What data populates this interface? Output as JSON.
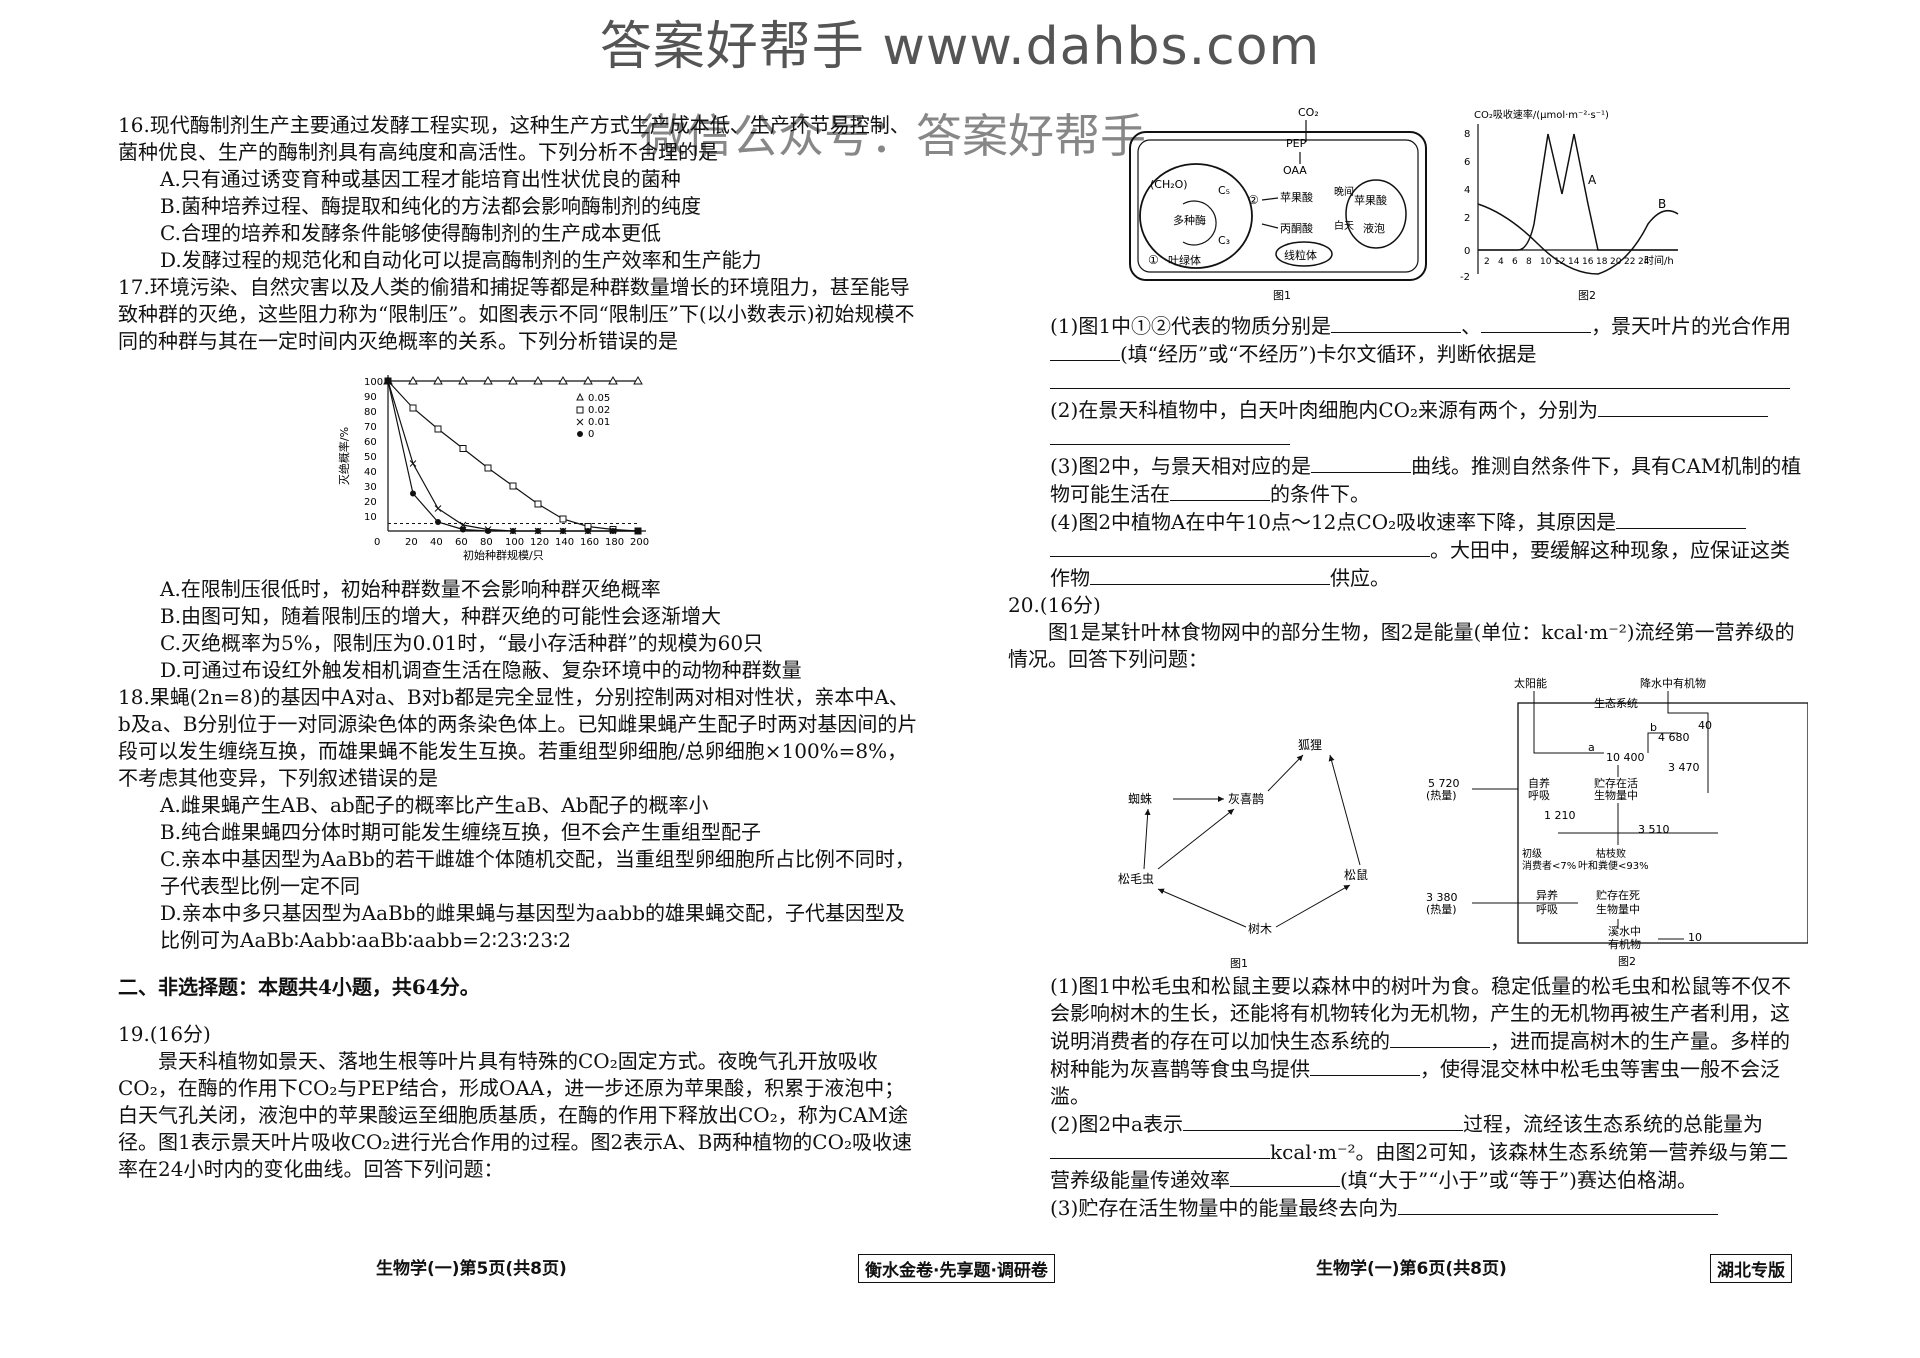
{
  "watermark": {
    "top": "答案好帮手  www.dahbs.com",
    "middle": "微信公众号：答案好帮手"
  },
  "q16": {
    "stem": "16.现代酶制剂生产主要通过发酵工程实现，这种生产方式生产成本低、生产环节易控制、菌种优良、生产的酶制剂具有高纯度和高活性。下列分析不合理的是",
    "A": "A.只有通过诱变育种或基因工程才能培育出性状优良的菌种",
    "B": "B.菌种培养过程、酶提取和纯化的方法都会影响酶制剂的纯度",
    "C": "C.合理的培养和发酵条件能够使得酶制剂的生产成本更低",
    "D": "D.发酵过程的规范化和自动化可以提高酶制剂的生产效率和生产能力"
  },
  "q17": {
    "stem": "17.环境污染、自然灾害以及人类的偷猎和捕捉等都是种群数量增长的环境阻力，甚至能导致种群的灭绝，这些阻力称为“限制压”。如图表示不同“限制压”下(以小数表示)初始规模不同的种群与其在一定时间内灭绝概率的关系。下列分析错误的是",
    "A": "A.在限制压很低时，初始种群数量不会影响种群灭绝概率",
    "B": "B.由图可知，随着限制压的增大，种群灭绝的可能性会逐渐增大",
    "C": "C.灭绝概率为5%，限制压为0.01时，“最小存活种群”的规模为60只",
    "D": "D.可通过布设红外触发相机调查生活在隐蔽、复杂环境中的动物种群数量"
  },
  "q18": {
    "stem": "18.果蝇(2n=8)的基因中A对a、B对b都是完全显性，分别控制两对相对性状，亲本中A、b及a、B分别位于一对同源染色体的两条染色体上。已知雌果蝇产生配子时两对基因间的片段可以发生缠绕互换，而雄果蝇不能发生互换。若重组型卵细胞/总卵细胞×100%=8%，不考虑其他变异，下列叙述错误的是",
    "A": "A.雌果蝇产生AB、ab配子的概率比产生aB、Ab配子的概率小",
    "B": "B.纯合雌果蝇四分体时期可能发生缠绕互换，但不会产生重组型配子",
    "C": "C.亲本中基因型为AaBb的若干雌雄个体随机交配，当重组型卵细胞所占比例不同时，子代表型比例一定不同",
    "D": "D.亲本中多只基因型为AaBb的雌果蝇与基因型为aabb的雄果蝇交配，子代基因型及比例可为AaBb∶Aabb∶aaBb∶aabb=2∶23∶23∶2"
  },
  "sec2": "二、非选择题：本题共4小题，共64分。",
  "q19": {
    "head": "19.(16分)",
    "stem": "景天科植物如景天、落地生根等叶片具有特殊的CO₂固定方式。夜晚气孔开放吸收CO₂，在酶的作用下CO₂与PEP结合，形成OAA，进一步还原为苹果酸，积累于液泡中；白天气孔关闭，液泡中的苹果酸运至细胞质基质，在酶的作用下释放出CO₂，称为CAM途径。图1表示景天叶片吸收CO₂进行光合作用的过程。图2表示A、B两种植物的CO₂吸收速率在24小时内的变化曲线。回答下列问题：",
    "s1a": "(1)图1中①②代表的物质分别是",
    "s1b": "、",
    "s1c": "，景天叶片的光合作用",
    "s1d": "(填“经历”或“不经历”)卡尔文循环，判断依据是",
    "s2a": "(2)在景天科植物中，白天叶肉细胞内CO₂来源有两个，分别为",
    "s3a": "(3)图2中，与景天相对应的是",
    "s3b": "曲线。推测自然条件下，具有CAM机制的植物可能生活在",
    "s3c": "的条件下。",
    "s4a": "(4)图2中植物A在中午10点～12点CO₂吸收速率下降，其原因是",
    "s4b": "。大田中，要缓解这种现象，应保证这类作物",
    "s4c": "供应。"
  },
  "q20": {
    "head": "20.(16分)",
    "stem": "图1是某针叶林食物网中的部分生物，图2是能量(单位：kcal·m⁻²)流经第一营养级的情况。回答下列问题：",
    "s1": "(1)图1中松毛虫和松鼠主要以森林中的树叶为食。稳定低量的松毛虫和松鼠等不仅不会影响树木的生长，还能将有机物转化为无机物，产生的无机物再被生产者利用，这说明消费者的存在可以加快生态系统的",
    "s1b": "，进而提高树木的生产量。多样的树种能为灰喜鹊等食虫鸟提供",
    "s1c": "，使得混交林中松毛虫等害虫一般不会泛滥。",
    "s2a": "(2)图2中a表示",
    "s2b": "过程，流经该生态系统的总能量为",
    "s2c": "kcal·m⁻²。由图2可知，该森林生态系统第一营养级与第二营养级能量传递效率",
    "s2d": "(填“大于”“小于”或“等于”)赛达伯格湖。",
    "s3": "(3)贮存在活生物量中的能量最终去向为"
  },
  "chart_data": {
    "type": "line",
    "xlabel": "初始种群规模/只",
    "ylabel": "灭绝概率/%",
    "x": [
      0,
      20,
      40,
      60,
      80,
      100,
      120,
      140,
      160,
      180,
      200
    ],
    "xticks": [
      20,
      40,
      60,
      80,
      100,
      120,
      140,
      160,
      180,
      200
    ],
    "yticks": [
      10,
      20,
      30,
      40,
      50,
      60,
      70,
      80,
      90,
      100
    ],
    "origin": "0",
    "ylim": [
      0,
      100
    ],
    "xlim": [
      0,
      200
    ],
    "series": [
      {
        "name": "0.05",
        "marker": "triangle",
        "values": [
          100,
          100,
          100,
          100,
          100,
          100,
          100,
          100,
          100,
          100,
          100
        ]
      },
      {
        "name": "0.02",
        "marker": "square",
        "values": [
          100,
          82,
          68,
          55,
          42,
          30,
          18,
          8,
          3,
          1,
          0
        ]
      },
      {
        "name": "0.01",
        "marker": "cross",
        "values": [
          100,
          45,
          15,
          4,
          1,
          0,
          0,
          0,
          0,
          0,
          0
        ]
      },
      {
        "name": "0",
        "marker": "dot",
        "values": [
          100,
          25,
          6,
          1,
          0,
          0,
          0,
          0,
          0,
          0,
          0
        ]
      }
    ]
  },
  "fig1": {
    "co2": "CO₂",
    "pep": "PEP",
    "oaa": "OAA",
    "malate": "苹果酸",
    "night": "晚间",
    "day": "白天",
    "malate2": "苹果酸",
    "vacuole": "液泡",
    "pyruvate": "丙酮酸",
    "mito": "线粒体",
    "ch2o": "(CH₂O)",
    "c5": "C₅",
    "c3": "C₃",
    "enzymes": "多种酶",
    "chloro": "叶绿体",
    "n1": "①",
    "n2": "②",
    "caption": "图1"
  },
  "fig2": {
    "ylabel": "CO₂吸收速率/(μmol·m⁻²·s⁻¹)",
    "xticks": [
      "2",
      "4",
      "6",
      "8",
      "10",
      "12",
      "14",
      "16",
      "18",
      "20",
      "22",
      "24"
    ],
    "yticks": [
      "8",
      "6",
      "4",
      "2",
      "0",
      "-2"
    ],
    "xlabel": "时间/h",
    "la": "A",
    "lb": "B",
    "caption": "图2"
  },
  "food": {
    "fox": "狐狸",
    "spider": "蜘蛛",
    "magpie": "灰喜鹊",
    "caterpillar": "松毛虫",
    "squirrel": "松鼠",
    "tree": "树木",
    "caption": "图1"
  },
  "energy": {
    "sun": "太阳能",
    "rain": "降水中有机物",
    "eco": "生态系统",
    "a": "a",
    "b": "b",
    "v10400": "10 400",
    "v4680": "4 680",
    "v40": "40",
    "v3470": "3 470",
    "v5720": "5 720",
    "heat": "(热量)",
    "self": "自养",
    "resp": "呼吸",
    "stored": "贮存在活",
    "biomass": "生物量中",
    "v1210": "1 210",
    "v3510": "3 510",
    "primary": "初级",
    "cons": "消费者<7%",
    "litter": "枯枝败",
    "litter2": "叶和粪便<93%",
    "v3380": "3 380",
    "heat2": "(热量)",
    "hetero": "异养",
    "resp2": "呼吸",
    "dead": "贮存在死",
    "biomass2": "生物量中",
    "water": "溪水中",
    "organic": "有机物",
    "v10": "10",
    "caption": "图2"
  },
  "footer": {
    "left": "生物学(一)第5页(共8页)",
    "center": "衡水金卷·先享题·调研卷",
    "right": "生物学(一)第6页(共8页)",
    "edition": "湖北专版"
  }
}
